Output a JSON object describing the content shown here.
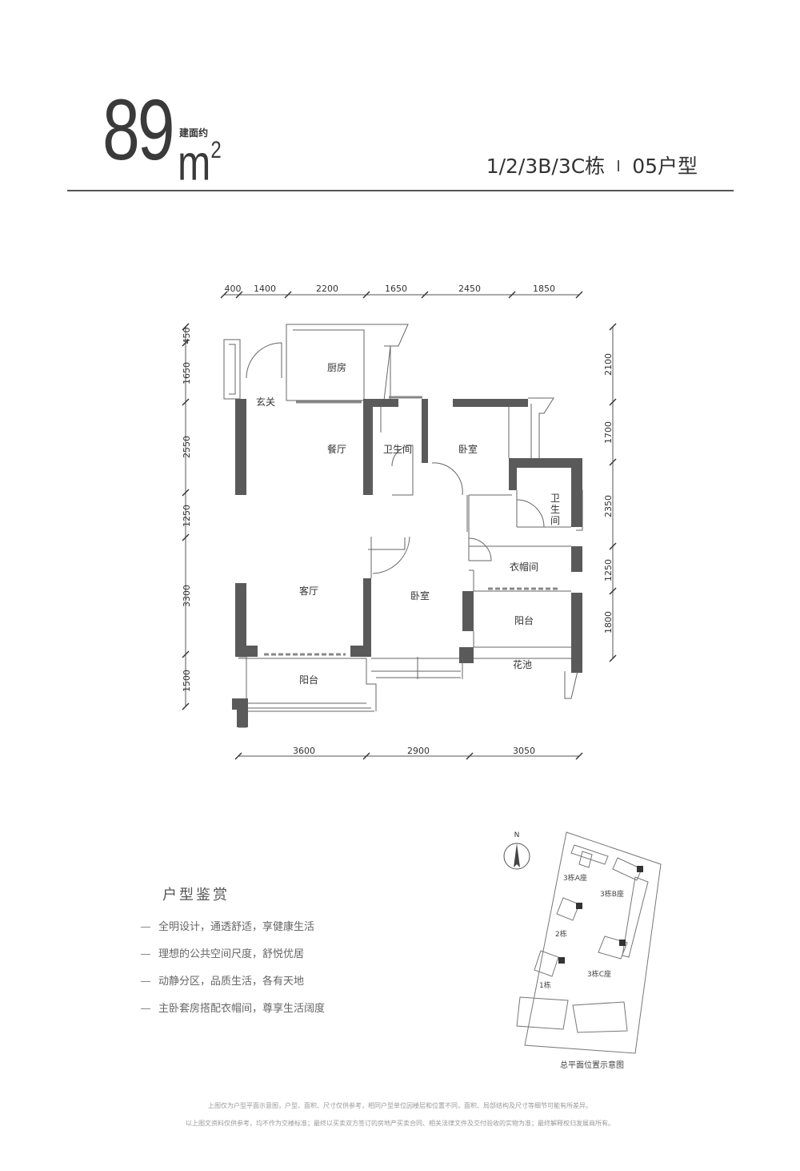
{
  "header": {
    "area_number": "89",
    "area_label": "建面约",
    "area_unit": "m",
    "area_unit_sup": "2",
    "buildings": "1/2/3B/3C栋",
    "unit_type": "05户型"
  },
  "plan": {
    "top_dims": [
      "400",
      "1400",
      "2200",
      "1650",
      "2450",
      "1850"
    ],
    "left_dims": [
      "450",
      "1650",
      "2550",
      "1250",
      "3300",
      "1500"
    ],
    "right_dims": [
      "2100",
      "1700",
      "2350",
      "1250",
      "1800"
    ],
    "bottom_dims": [
      "3600",
      "2900",
      "3050"
    ],
    "rooms": {
      "kitchen": "厨房",
      "foyer": "玄关",
      "dining": "餐厅",
      "bath1": "卫生间",
      "bedroom1": "卧室",
      "bath2_a": "卫",
      "bath2_b": "生",
      "bath2_c": "间",
      "living": "客厅",
      "bedroom2": "卧室",
      "closet": "衣帽间",
      "balcony1": "阳台",
      "balcony2": "阳台",
      "planter": "花池"
    }
  },
  "features": {
    "title": "户型鉴赏",
    "items": [
      "全明设计，通透舒适，享健康生活",
      "理想的公共空间尺度，舒悦优居",
      "动静分区，品质生活，各有天地",
      "主卧套房搭配衣帽间，尊享生活阔度"
    ]
  },
  "site_plan": {
    "north": "N",
    "labels": [
      "3栋A座",
      "3栋B座",
      "2栋",
      "3栋C座",
      "1栋"
    ],
    "caption": "总平面位置示意图"
  },
  "disclaimer": [
    "上图仅为户型平面示意图，户型、面积、尺寸仅供参考，相同户型单位因楼层和位置不同，面积、局部结构及尺寸等细节可能有所差异。",
    "以上图文资料仅供参考，均不作为交楼标准；最终以买卖双方签订的房地产买卖合同、相关法律文件及交付验收的实物为准；最终解释权归发展商所有。"
  ]
}
